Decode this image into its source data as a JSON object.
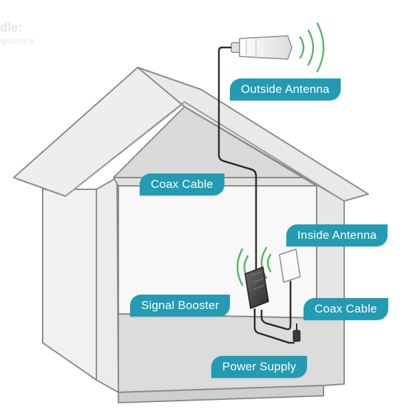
{
  "watermark": {
    "title": "dle:",
    "subtitle": "igiSenal.N"
  },
  "labels": {
    "outside_antenna": "Outside Antenna",
    "coax_cable_top": "Coax Cable",
    "inside_antenna": "Inside Antenna",
    "signal_booster": "Signal Booster",
    "coax_cable_right": "Coax Cable",
    "power_supply": "Power Supply"
  },
  "colors": {
    "label_bg": "#239bb2",
    "label_text": "#ffffff",
    "signal_wave": "#4fb86a",
    "cable": "#2b2b2b"
  }
}
